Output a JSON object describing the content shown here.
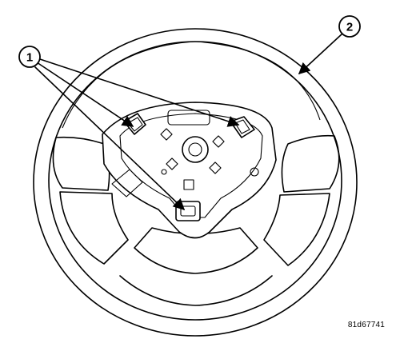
{
  "callouts": [
    {
      "label": "1"
    },
    {
      "label": "2"
    }
  ],
  "figure_code": "81d67741",
  "colors": {
    "ink": "#000000",
    "background": "#ffffff"
  }
}
